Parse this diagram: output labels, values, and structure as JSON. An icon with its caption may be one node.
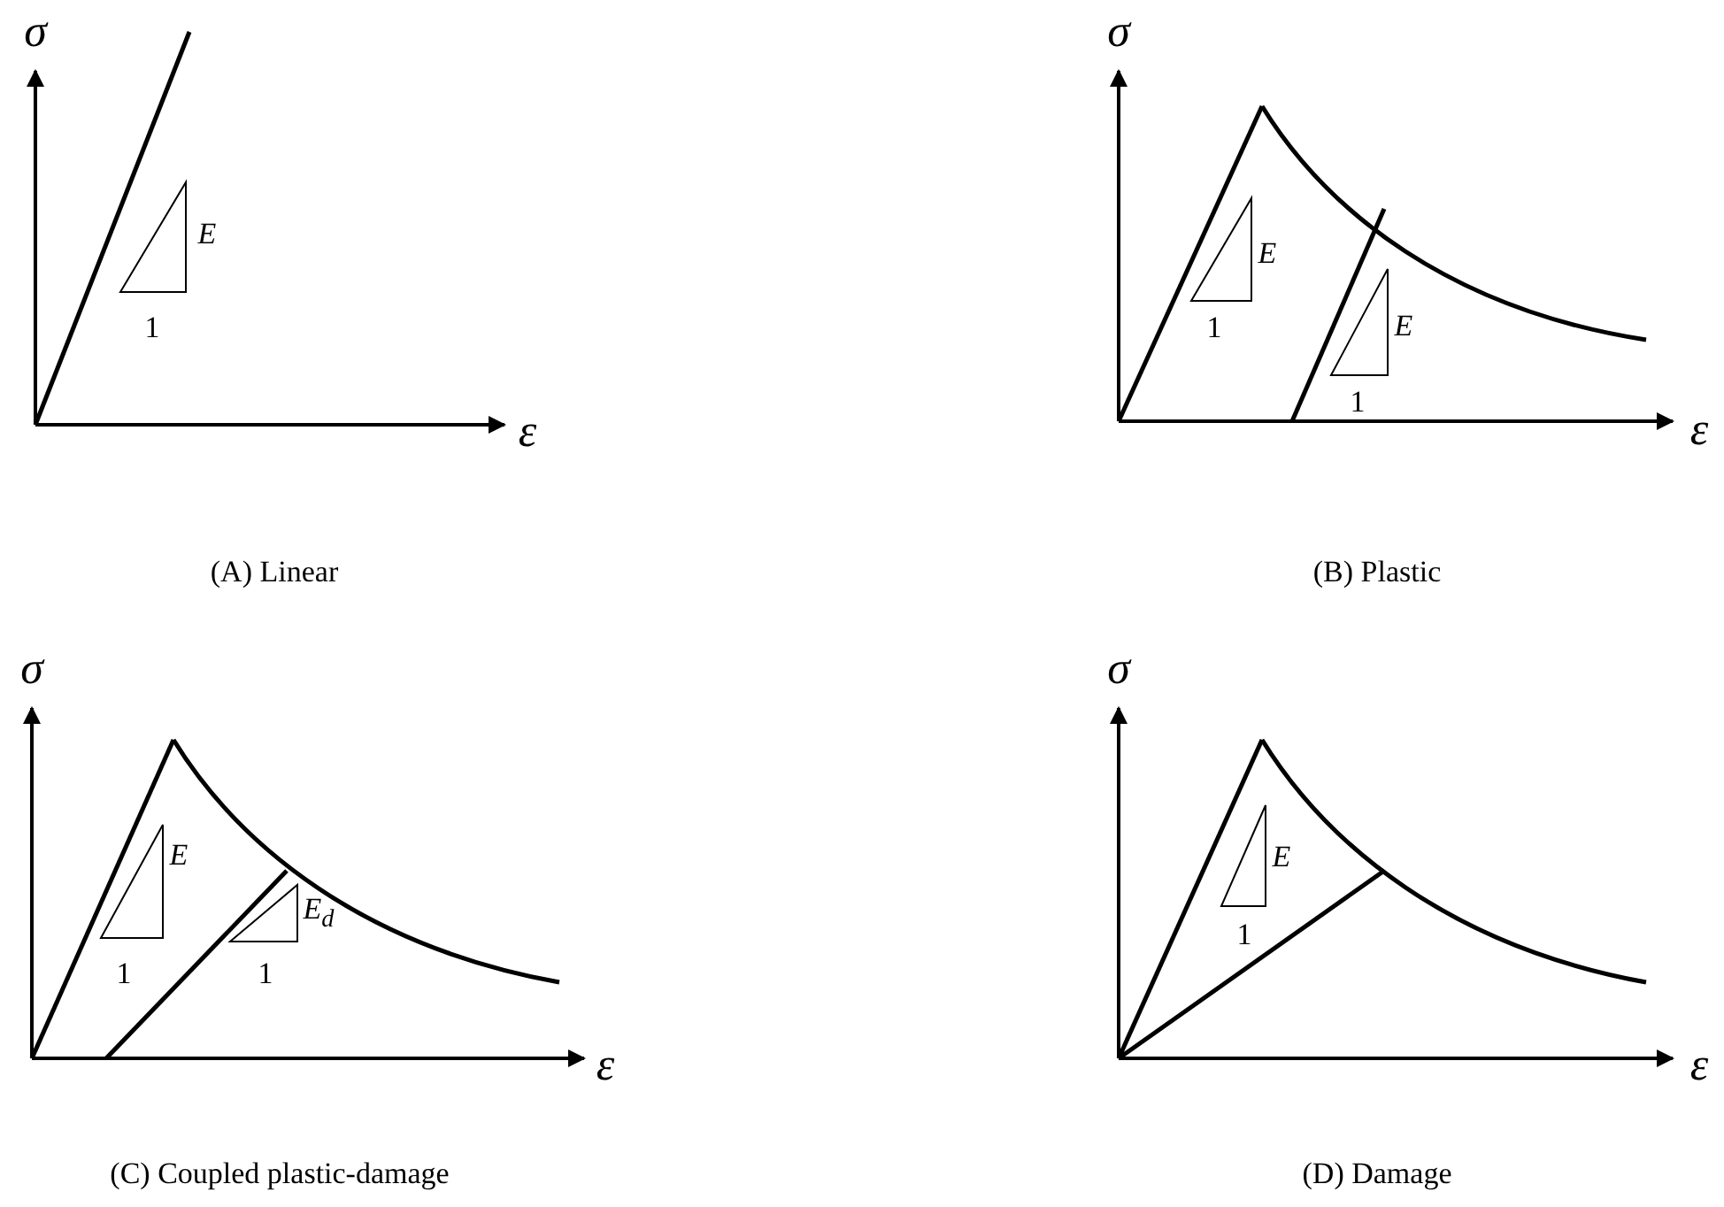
{
  "diagram": {
    "labels": [
      "σ",
      "E",
      "1",
      "ε",
      "(A) Linear",
      "σ",
      "E",
      "1",
      "E",
      "1",
      "ε",
      "(B) Plastic",
      "σ",
      "E",
      "1",
      "E$_{d}$",
      "1",
      "ε",
      "(C) Coupled plastic-damage",
      "σ",
      "E",
      "1",
      "ε",
      "(D) Damage"
    ]
  }
}
